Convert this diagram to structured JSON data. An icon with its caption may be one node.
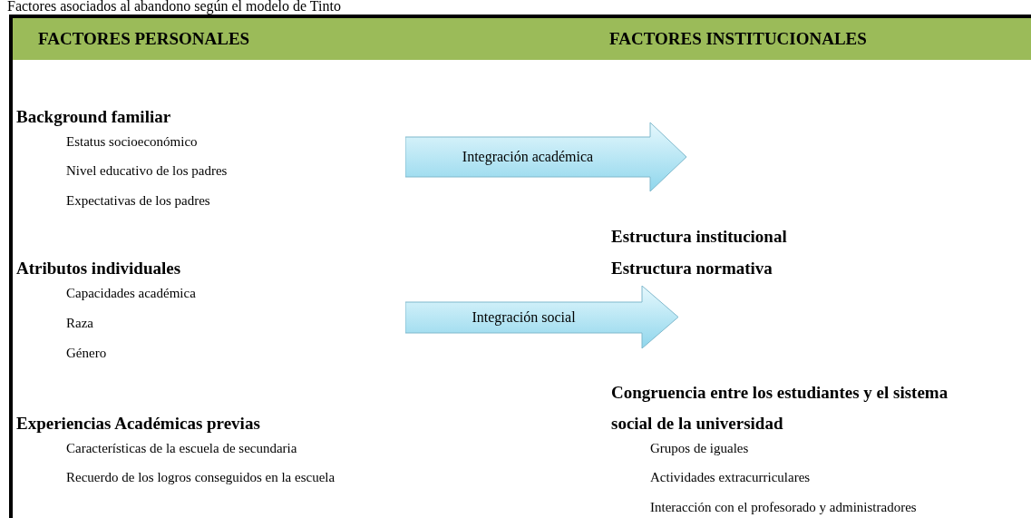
{
  "diagram": {
    "title": "Factores asociados al abandono según el modelo de Tinto",
    "nodes": [
      {
        "text": [
          "FACTORES PERSONALES",
          "FACTORES INSTITUCIONALES"
        ]
      },
      {
        "text": [
          "Integración académica"
        ]
      },
      {
        "text": [
          "Integración social"
        ]
      }
    ],
    "labels": [
      "Background familiar",
      "Estatus socioeconómico",
      "Nivel educativo de los padres",
      "Expectativas de los padres",
      "Atributos individuales",
      "Capacidades académica",
      "Raza",
      "Género",
      "Experiencias Académicas previas",
      "Características de la escuela de secundaria",
      "Recuerdo de los logros conseguidos en la escuela",
      "Estructura institucional",
      "Estructura normativa",
      "Congruencia entre los estudiantes y el sistema social de la universidad",
      "Grupos de iguales",
      "Actividades extracurriculares",
      "Interacción con el profesorado y administradores"
    ]
  }
}
